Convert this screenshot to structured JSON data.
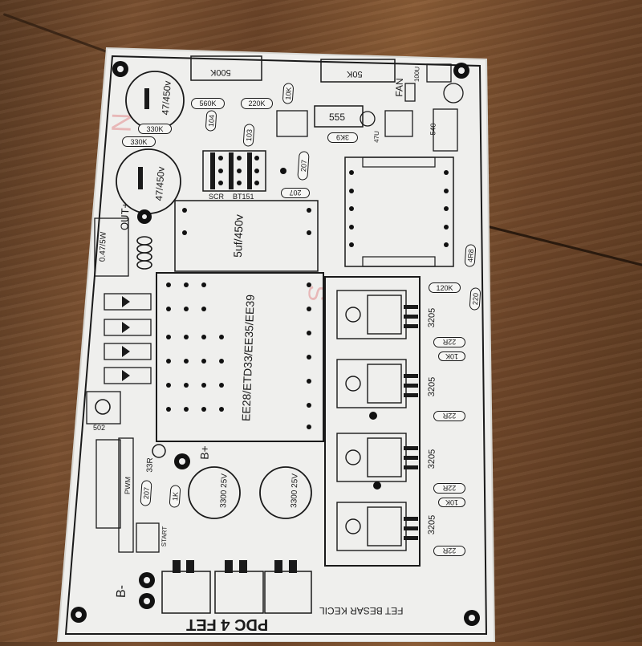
{
  "board": {
    "title": "PDC 4 FET",
    "subtitle": "FET BESAR KECIL",
    "transformer_label": "EE28/ETD33/EE35/EE39",
    "cap_main": "5uf/450v",
    "cap_filter_1": "47/450v",
    "cap_filter_2": "47/450v",
    "cap_out_1": "3300 25V",
    "cap_out_2": "3300 25V",
    "pot_top": "500K",
    "pot_top_right": "50K",
    "scr_label": "SCR",
    "scr_part": "BT151",
    "ic_555": "555",
    "res_560k": "560K",
    "res_220k": "220K",
    "res_330k_1": "330K",
    "res_330k_2": "330K",
    "res_120k": "120K",
    "res_220": "220",
    "res_22r_1": "22R",
    "res_22r_2": "22R",
    "res_22r_3": "22R",
    "res_22r_4": "22R",
    "res_10k_1": "10K",
    "res_10k_2": "10K",
    "res_3k9": "3K9",
    "res_33r": "33R",
    "res_1k": "1K",
    "res_0_47": "0.47/5W",
    "fet_1": "3205",
    "fet_2": "3205",
    "fet_3": "3205",
    "fet_4": "3205",
    "out_plus": "OUT+",
    "b_plus": "B+",
    "b_minus": "B-",
    "pwm": "PWM",
    "start": "START",
    "fan": "FAN",
    "pot_502": "502",
    "diode_207_1": "207",
    "diode_207_2": "207",
    "diode_207_3": "207",
    "r_4r8": "4R8",
    "r_540": "540",
    "r_47u": "47U",
    "r_100u": "100U",
    "r_104": "104",
    "r_103": "103",
    "r_10k_small": "10K"
  }
}
